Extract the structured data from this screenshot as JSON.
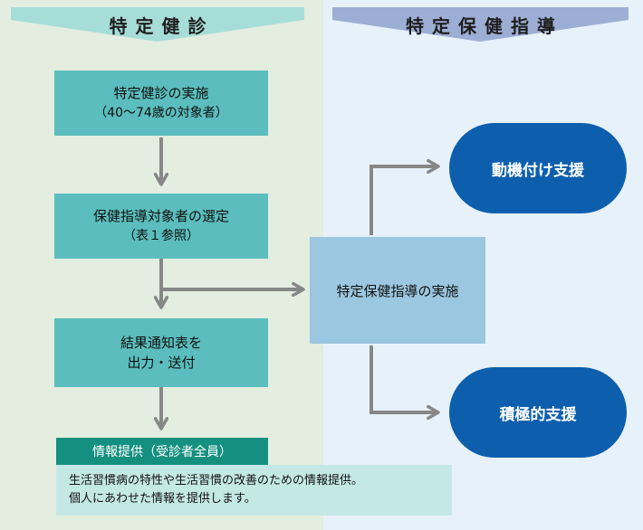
{
  "banners": {
    "left": "特定健診",
    "right": "特定保健指導"
  },
  "flow": {
    "step1": {
      "line1": "特定健診の実施",
      "line2": "（40～74歳の対象者）"
    },
    "step2": {
      "line1": "保健指導対象者の選定",
      "line2": "（表１参照）"
    },
    "step3": {
      "line1": "結果通知表を",
      "line2": "出力・送付"
    },
    "info": {
      "title": "情報提供（受診者全員）",
      "line1": "生活習慣病の特性や生活習慣の改善のための情報提供。",
      "line2": "個人にあわせた情報を提供します。"
    }
  },
  "guidance": {
    "center": "特定保健指導の実施",
    "motivational": "動機付け支援",
    "active": "積極的支援"
  },
  "colors": {
    "left_bg": "#e3ede0",
    "right_bg": "#e7f1fa",
    "step_box": "#5bbdbd",
    "info_header": "#159080",
    "info_body": "#c4e8e6",
    "center_box": "#9bc7e0",
    "pill": "#0d5fae",
    "arrow": "#878787"
  }
}
